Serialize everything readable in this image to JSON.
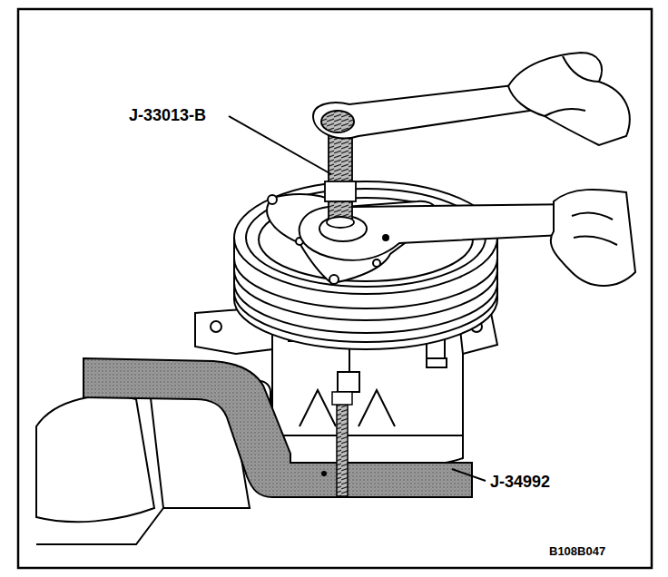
{
  "diagram": {
    "labels": [
      "J-33013-B",
      "J-34992",
      "B108B047"
    ]
  }
}
